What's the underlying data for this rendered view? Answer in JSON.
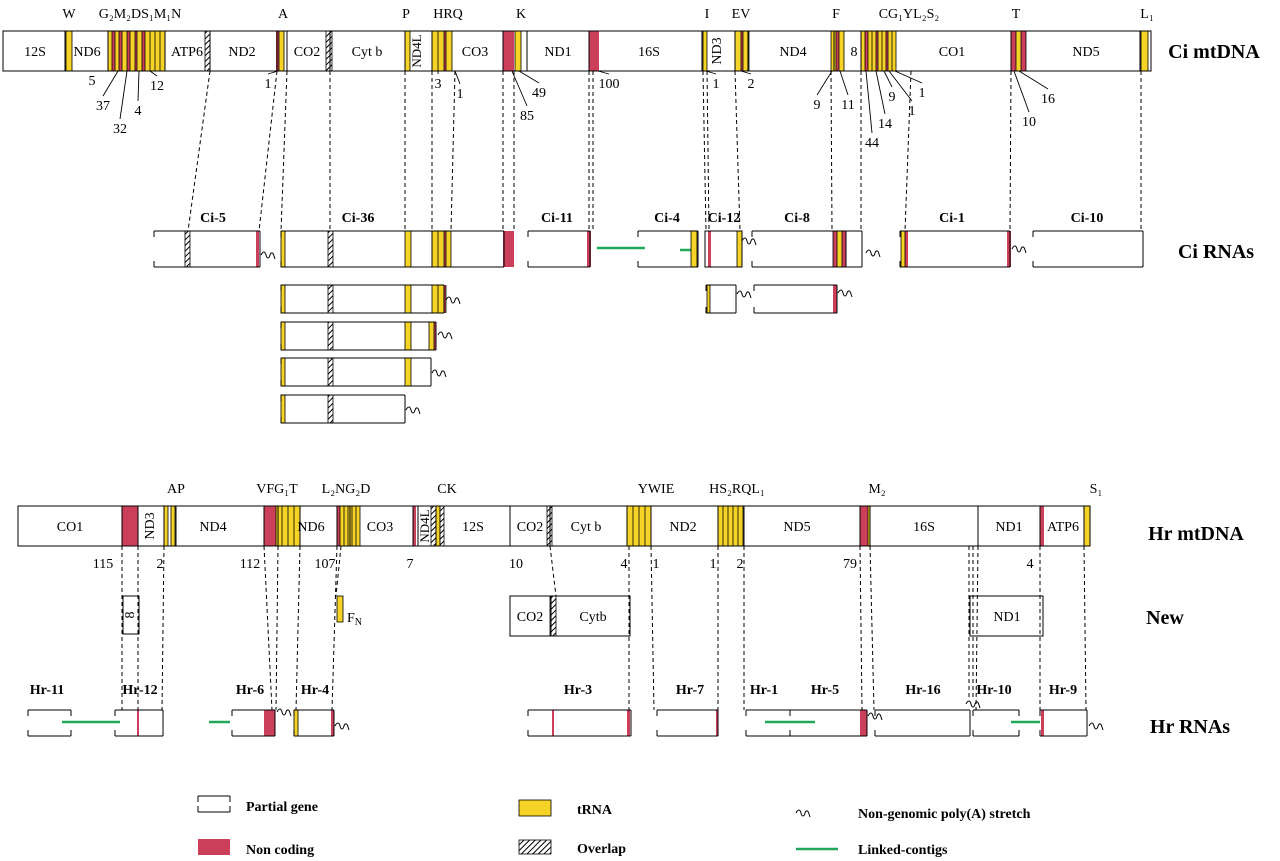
{
  "colors": {
    "trna": "#f5d327",
    "noncoding": "#cc3f5b",
    "linked": "#22a85a",
    "line": "#000000"
  },
  "legend": {
    "partial": "Partial gene",
    "noncoding": "Non coding",
    "trna": "tRNA",
    "overlap": "Overlap",
    "polya": "Non-genomic poly(A) stretch",
    "linked": "Linked-contigs"
  },
  "rows": {
    "ci_mtdna": "Ci mtDNA",
    "ci_rnas": "Ci RNAs",
    "hr_mtdna": "Hr mtDNA",
    "new": "New",
    "hr_rnas": "Hr RNAs"
  },
  "ci_top": [
    {
      "id": "W",
      "t": "W"
    },
    {
      "id": "GMDSMN",
      "t": "G₂M₂DS₁M₁N"
    },
    {
      "id": "A",
      "t": "A"
    },
    {
      "id": "P",
      "t": "P"
    },
    {
      "id": "HRQ",
      "t": "HRQ"
    },
    {
      "id": "K",
      "t": "K"
    },
    {
      "id": "I",
      "t": "I"
    },
    {
      "id": "EV",
      "t": "EV"
    },
    {
      "id": "F",
      "t": "F"
    },
    {
      "id": "CGYLSS",
      "t": "CG₁YL₂S₂"
    },
    {
      "id": "T",
      "t": "T"
    },
    {
      "id": "L1",
      "t": "L₁"
    }
  ],
  "ci_genes": [
    {
      "id": "12S",
      "t": "12S"
    },
    {
      "id": "ND6",
      "t": "ND6"
    },
    {
      "id": "ATP6",
      "t": "ATP6"
    },
    {
      "id": "ND2",
      "t": "ND2"
    },
    {
      "id": "CO2",
      "t": "CO2"
    },
    {
      "id": "Cytb",
      "t": "Cyt b"
    },
    {
      "id": "ND4L",
      "t": "ND4L"
    },
    {
      "id": "CO3",
      "t": "CO3"
    },
    {
      "id": "ND1",
      "t": "ND1"
    },
    {
      "id": "16S",
      "t": "16S"
    },
    {
      "id": "ND3",
      "t": "ND3"
    },
    {
      "id": "ND4",
      "t": "ND4"
    },
    {
      "id": "8",
      "t": "8"
    },
    {
      "id": "CO1",
      "t": "CO1"
    },
    {
      "id": "ND5",
      "t": "ND5"
    }
  ],
  "ci_nums": [
    {
      "id": "n5",
      "t": "5"
    },
    {
      "id": "n37",
      "t": "37"
    },
    {
      "id": "n32",
      "t": "32"
    },
    {
      "id": "n4",
      "t": "4"
    },
    {
      "id": "n12",
      "t": "12"
    },
    {
      "id": "n1a",
      "t": "1"
    },
    {
      "id": "n3",
      "t": "3"
    },
    {
      "id": "n1b",
      "t": "1"
    },
    {
      "id": "n85",
      "t": "85"
    },
    {
      "id": "n49",
      "t": "49"
    },
    {
      "id": "n100",
      "t": "100"
    },
    {
      "id": "n1c",
      "t": "1"
    },
    {
      "id": "n2",
      "t": "2"
    },
    {
      "id": "n9a",
      "t": "9"
    },
    {
      "id": "n11",
      "t": "11"
    },
    {
      "id": "n44",
      "t": "44"
    },
    {
      "id": "n14",
      "t": "14"
    },
    {
      "id": "n9b",
      "t": "9"
    },
    {
      "id": "n1d",
      "t": "1"
    },
    {
      "id": "n1e",
      "t": "1"
    },
    {
      "id": "n10",
      "t": "10"
    },
    {
      "id": "n16",
      "t": "16"
    }
  ],
  "ci_rna": [
    {
      "id": "Ci-5",
      "t": "Ci-5"
    },
    {
      "id": "Ci-36",
      "t": "Ci-36"
    },
    {
      "id": "Ci-11",
      "t": "Ci-11"
    },
    {
      "id": "Ci-4",
      "t": "Ci-4"
    },
    {
      "id": "Ci-12",
      "t": "Ci-12"
    },
    {
      "id": "Ci-8",
      "t": "Ci-8"
    },
    {
      "id": "Ci-1",
      "t": "Ci-1"
    },
    {
      "id": "Ci-10",
      "t": "Ci-10"
    }
  ],
  "hr_top": [
    {
      "id": "AP",
      "t": "AP"
    },
    {
      "id": "VFGT",
      "t": "VFG₁T"
    },
    {
      "id": "LNGD",
      "t": "L₂NG₂D"
    },
    {
      "id": "CK",
      "t": "CK"
    },
    {
      "id": "YWIE",
      "t": "YWIE"
    },
    {
      "id": "HSRQL",
      "t": "HS₂RQL₁"
    },
    {
      "id": "M2",
      "t": "M₂"
    },
    {
      "id": "S1",
      "t": "S₁"
    }
  ],
  "hr_genes": [
    {
      "id": "CO1",
      "t": "CO1"
    },
    {
      "id": "ND3",
      "t": "ND3"
    },
    {
      "id": "ND4",
      "t": "ND4"
    },
    {
      "id": "ND6",
      "t": "ND6"
    },
    {
      "id": "CO3",
      "t": "CO3"
    },
    {
      "id": "ND4L",
      "t": "ND4L"
    },
    {
      "id": "12S",
      "t": "12S"
    },
    {
      "id": "CO2",
      "t": "CO2"
    },
    {
      "id": "Cytb",
      "t": "Cyt b"
    },
    {
      "id": "ND2",
      "t": "ND2"
    },
    {
      "id": "ND5",
      "t": "ND5"
    },
    {
      "id": "16S",
      "t": "16S"
    },
    {
      "id": "ND1",
      "t": "ND1"
    },
    {
      "id": "ATP6",
      "t": "ATP6"
    }
  ],
  "hr_nums": [
    {
      "id": "h115",
      "t": "115"
    },
    {
      "id": "h2a",
      "t": "2"
    },
    {
      "id": "h112",
      "t": "112"
    },
    {
      "id": "h107",
      "t": "107"
    },
    {
      "id": "h7",
      "t": "7"
    },
    {
      "id": "h10",
      "t": "10"
    },
    {
      "id": "h4a",
      "t": "4"
    },
    {
      "id": "h1a",
      "t": "1"
    },
    {
      "id": "h1b",
      "t": "1"
    },
    {
      "id": "h2b",
      "t": "2"
    },
    {
      "id": "h79",
      "t": "79"
    },
    {
      "id": "h4b",
      "t": "4"
    }
  ],
  "new_items": [
    {
      "id": "8",
      "t": "8"
    },
    {
      "id": "FN",
      "t": "F",
      "sub": "N"
    },
    {
      "id": "CO2",
      "t": "CO2"
    },
    {
      "id": "Cytb",
      "t": "Cytb"
    },
    {
      "id": "ND1",
      "t": "ND1"
    }
  ],
  "hr_rna": [
    {
      "id": "Hr-11",
      "t": "Hr-11"
    },
    {
      "id": "Hr-12",
      "t": "Hr-12"
    },
    {
      "id": "Hr-6",
      "t": "Hr-6"
    },
    {
      "id": "Hr-4",
      "t": "Hr-4"
    },
    {
      "id": "Hr-3",
      "t": "Hr-3"
    },
    {
      "id": "Hr-7",
      "t": "Hr-7"
    },
    {
      "id": "Hr-1",
      "t": "Hr-1"
    },
    {
      "id": "Hr-5",
      "t": "Hr-5"
    },
    {
      "id": "Hr-16",
      "t": "Hr-16"
    },
    {
      "id": "Hr-10",
      "t": "Hr-10"
    },
    {
      "id": "Hr-9",
      "t": "Hr-9"
    }
  ]
}
